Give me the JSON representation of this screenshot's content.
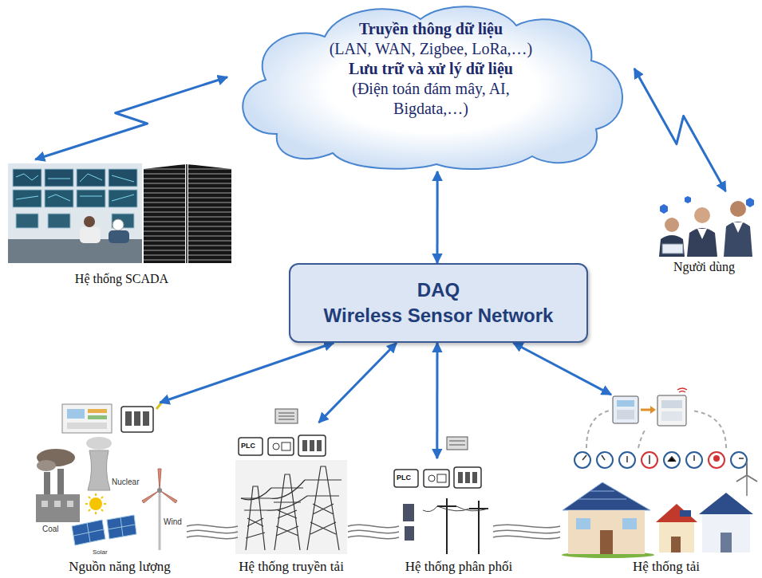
{
  "diagram": {
    "nodes": [
      {
        "text": [
          "Truyền thông dữ liệu",
          "(LAN, WAN, Zigbee, LoRa,…)",
          "Lưu trữ và xử lý dữ liệu",
          "(Điện toán đám mây, AI, Bigdata,…)"
        ]
      },
      {
        "text": [
          "Hệ thống SCADA"
        ]
      },
      {
        "text": [
          "Người dùng"
        ]
      },
      {
        "text": [
          "DAQ",
          "Wireless Sensor Network"
        ]
      },
      {
        "text": [
          "Nguồn năng lượng"
        ]
      },
      {
        "text": [
          "Hệ thống truyền tải"
        ]
      },
      {
        "text": [
          "Hệ thống phân phối"
        ]
      },
      {
        "text": [
          "Hệ thống tải"
        ]
      }
    ],
    "edges": [
      {
        "from": 0,
        "to": 1,
        "arrow": "both"
      },
      {
        "from": 0,
        "to": 2,
        "arrow": "both"
      },
      {
        "from": 0,
        "to": 3,
        "arrow": "both"
      },
      {
        "from": 3,
        "to": 4,
        "arrow": "both"
      },
      {
        "from": 3,
        "to": 5,
        "arrow": "both"
      },
      {
        "from": 3,
        "to": 6,
        "arrow": "both"
      },
      {
        "from": 3,
        "to": 7,
        "arrow": "both"
      }
    ],
    "labels": [
      "Nuclear",
      "Coal",
      "Wind",
      "Solar",
      "PLC",
      "PLC"
    ]
  }
}
